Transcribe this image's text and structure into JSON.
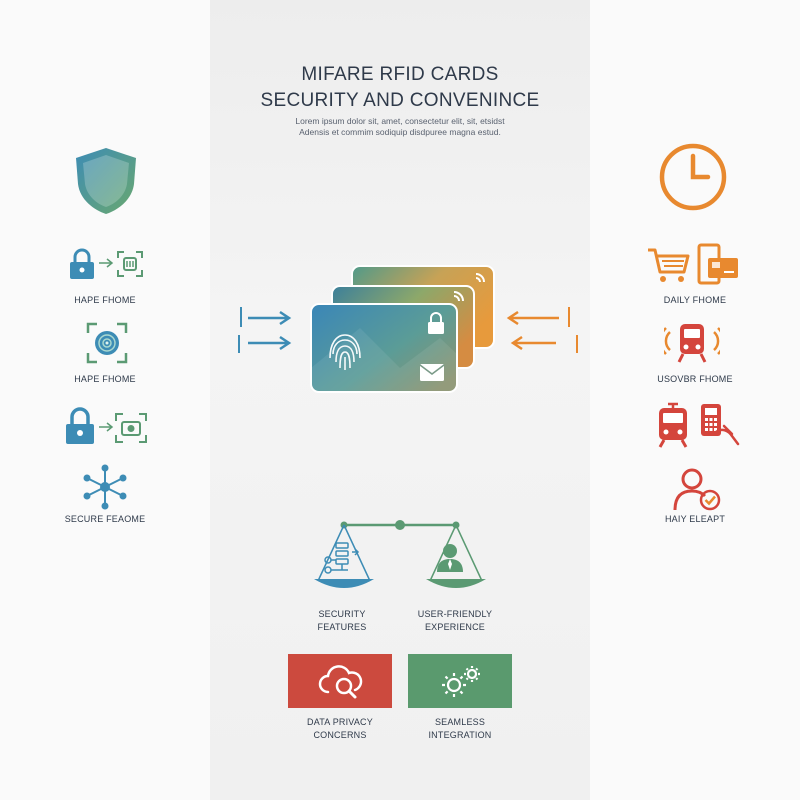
{
  "header": {
    "title_line1": "MIFARE RFID CARDS",
    "title_line2": "SECURITY AND CONVENINCE",
    "subtitle_line1": "Lorem ipsum dolor sit, amet, consectetur elit, sit, etsidst",
    "subtitle_line2": "Adensis et commim sodiquip disdpuree magna estud."
  },
  "left_column": {
    "items": [
      {
        "label": "HAPE FHOME",
        "icons": [
          "padlock-icon",
          "scanner-icon"
        ]
      },
      {
        "label": "HAPE FHOME",
        "icons": [
          "biometric-scan-icon"
        ]
      },
      {
        "label": "SECURE FEAOME",
        "icons": [
          "padlock-icon",
          "camera-icon",
          "network-icon"
        ]
      }
    ],
    "top_icon": "shield-icon"
  },
  "right_column": {
    "items": [
      {
        "label": "DAILY FHOME",
        "icons": [
          "shopping-cart-icon",
          "card-reader-icon"
        ]
      },
      {
        "label": "USOVBR FHOME",
        "icons": [
          "train-icon"
        ]
      },
      {
        "label": "HAIY ELEAPT",
        "icons": [
          "tram-icon",
          "payment-terminal-icon",
          "user-check-icon"
        ]
      }
    ],
    "top_icon": "clock-icon"
  },
  "balance": {
    "left_label_line1": "SECURITY",
    "left_label_line2": "FEATURES",
    "right_label_line1": "USER-FRIENDLY",
    "right_label_line2": "EXPERIENCE"
  },
  "concerns": {
    "left_label_line1": "DATA PRIVACY",
    "left_label_line2": "CONCERNS",
    "right_label_line1": "SEAMLESS",
    "right_label_line2": "INTEGRATION"
  },
  "colors": {
    "blue": "#3d8cb5",
    "green": "#5b9a73",
    "orange": "#e8892f",
    "red": "#d4453c",
    "red_box": "#cc4a3e",
    "green_box": "#5a9a6e",
    "navy_text": "#2f3a4a"
  }
}
